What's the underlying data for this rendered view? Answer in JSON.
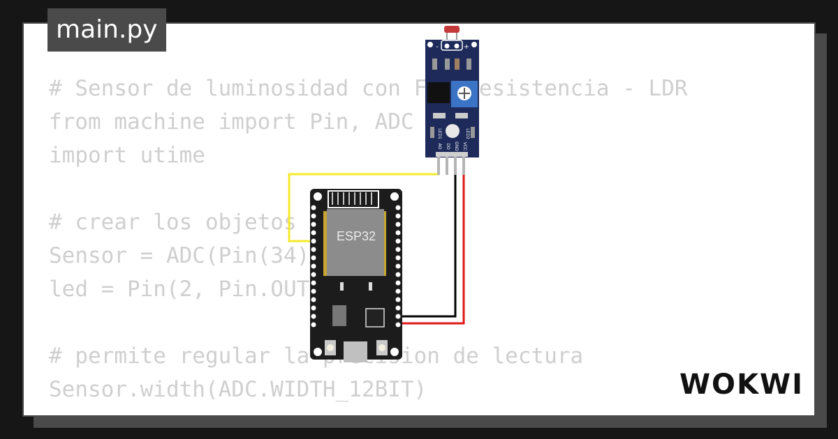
{
  "file_tab": {
    "label": "main.py"
  },
  "code": {
    "lines": [
      "# Sensor de luminosidad con Fotoresistencia - LDR",
      "from machine import Pin, ADC",
      "import utime",
      "",
      "# crear los objetos",
      "Sensor = ADC(Pin(34))",
      "led = Pin(2, Pin.OUT)",
      "",
      "# permite regular la precision de lectura",
      "Sensor.width(ADC.WIDTH_12BIT)"
    ]
  },
  "esp32": {
    "chip_label": "ESP32"
  },
  "ldr_module": {
    "top_labels": [
      "-",
      "+"
    ],
    "left_led_label": "LED1",
    "right_led_label": "LED2",
    "pin_labels": [
      "AO",
      "DO",
      "GND",
      "VCC"
    ]
  },
  "brand": {
    "logo_text": "WOKWI"
  },
  "colors": {
    "background": "#161616",
    "card": "#ffffff",
    "frame": "#4a4a4a",
    "code_text": "#cfcfcf",
    "board": "#1c1c1c",
    "module": "#1d2a5a",
    "wire_signal": "#f5ea2a",
    "wire_gnd": "#000000",
    "wire_vcc": "#e01616",
    "logo": "#111111"
  }
}
